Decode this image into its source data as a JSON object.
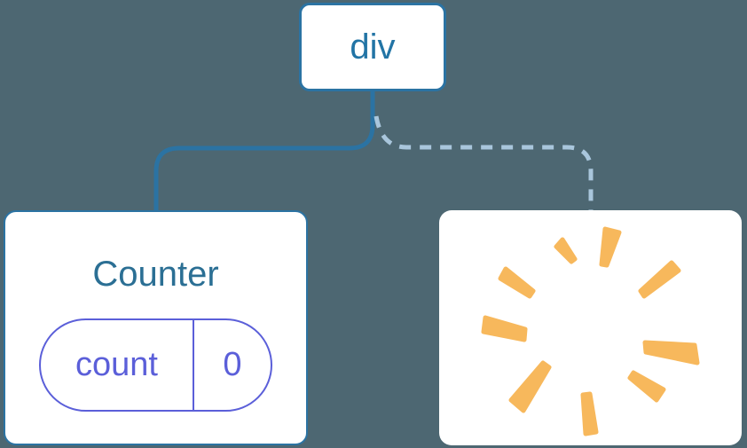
{
  "diagram": {
    "description": "component tree with preserved and removed state",
    "background_color": "#4D6772",
    "root_node": {
      "label": "div"
    },
    "counter_node": {
      "title": "Counter",
      "state": {
        "key": "count",
        "value": "0"
      }
    },
    "removed_node": {
      "icon": "poof-starburst"
    },
    "connectors": [
      {
        "type": "solid",
        "from": "div",
        "to": "Counter"
      },
      {
        "type": "dashed",
        "from": "div",
        "to": "removed-node"
      }
    ],
    "colors": {
      "node_border_blue": "#2B73A3",
      "root_label_blue": "#2274A5",
      "counter_title_blue": "#2B6F94",
      "state_purple": "#5B5FD9",
      "solid_connector_blue": "#2B73A3",
      "dashed_connector_light_blue": "#A9C6DC",
      "poof_orange": "#F7B85C",
      "card_white": "#FFFFFF"
    }
  }
}
